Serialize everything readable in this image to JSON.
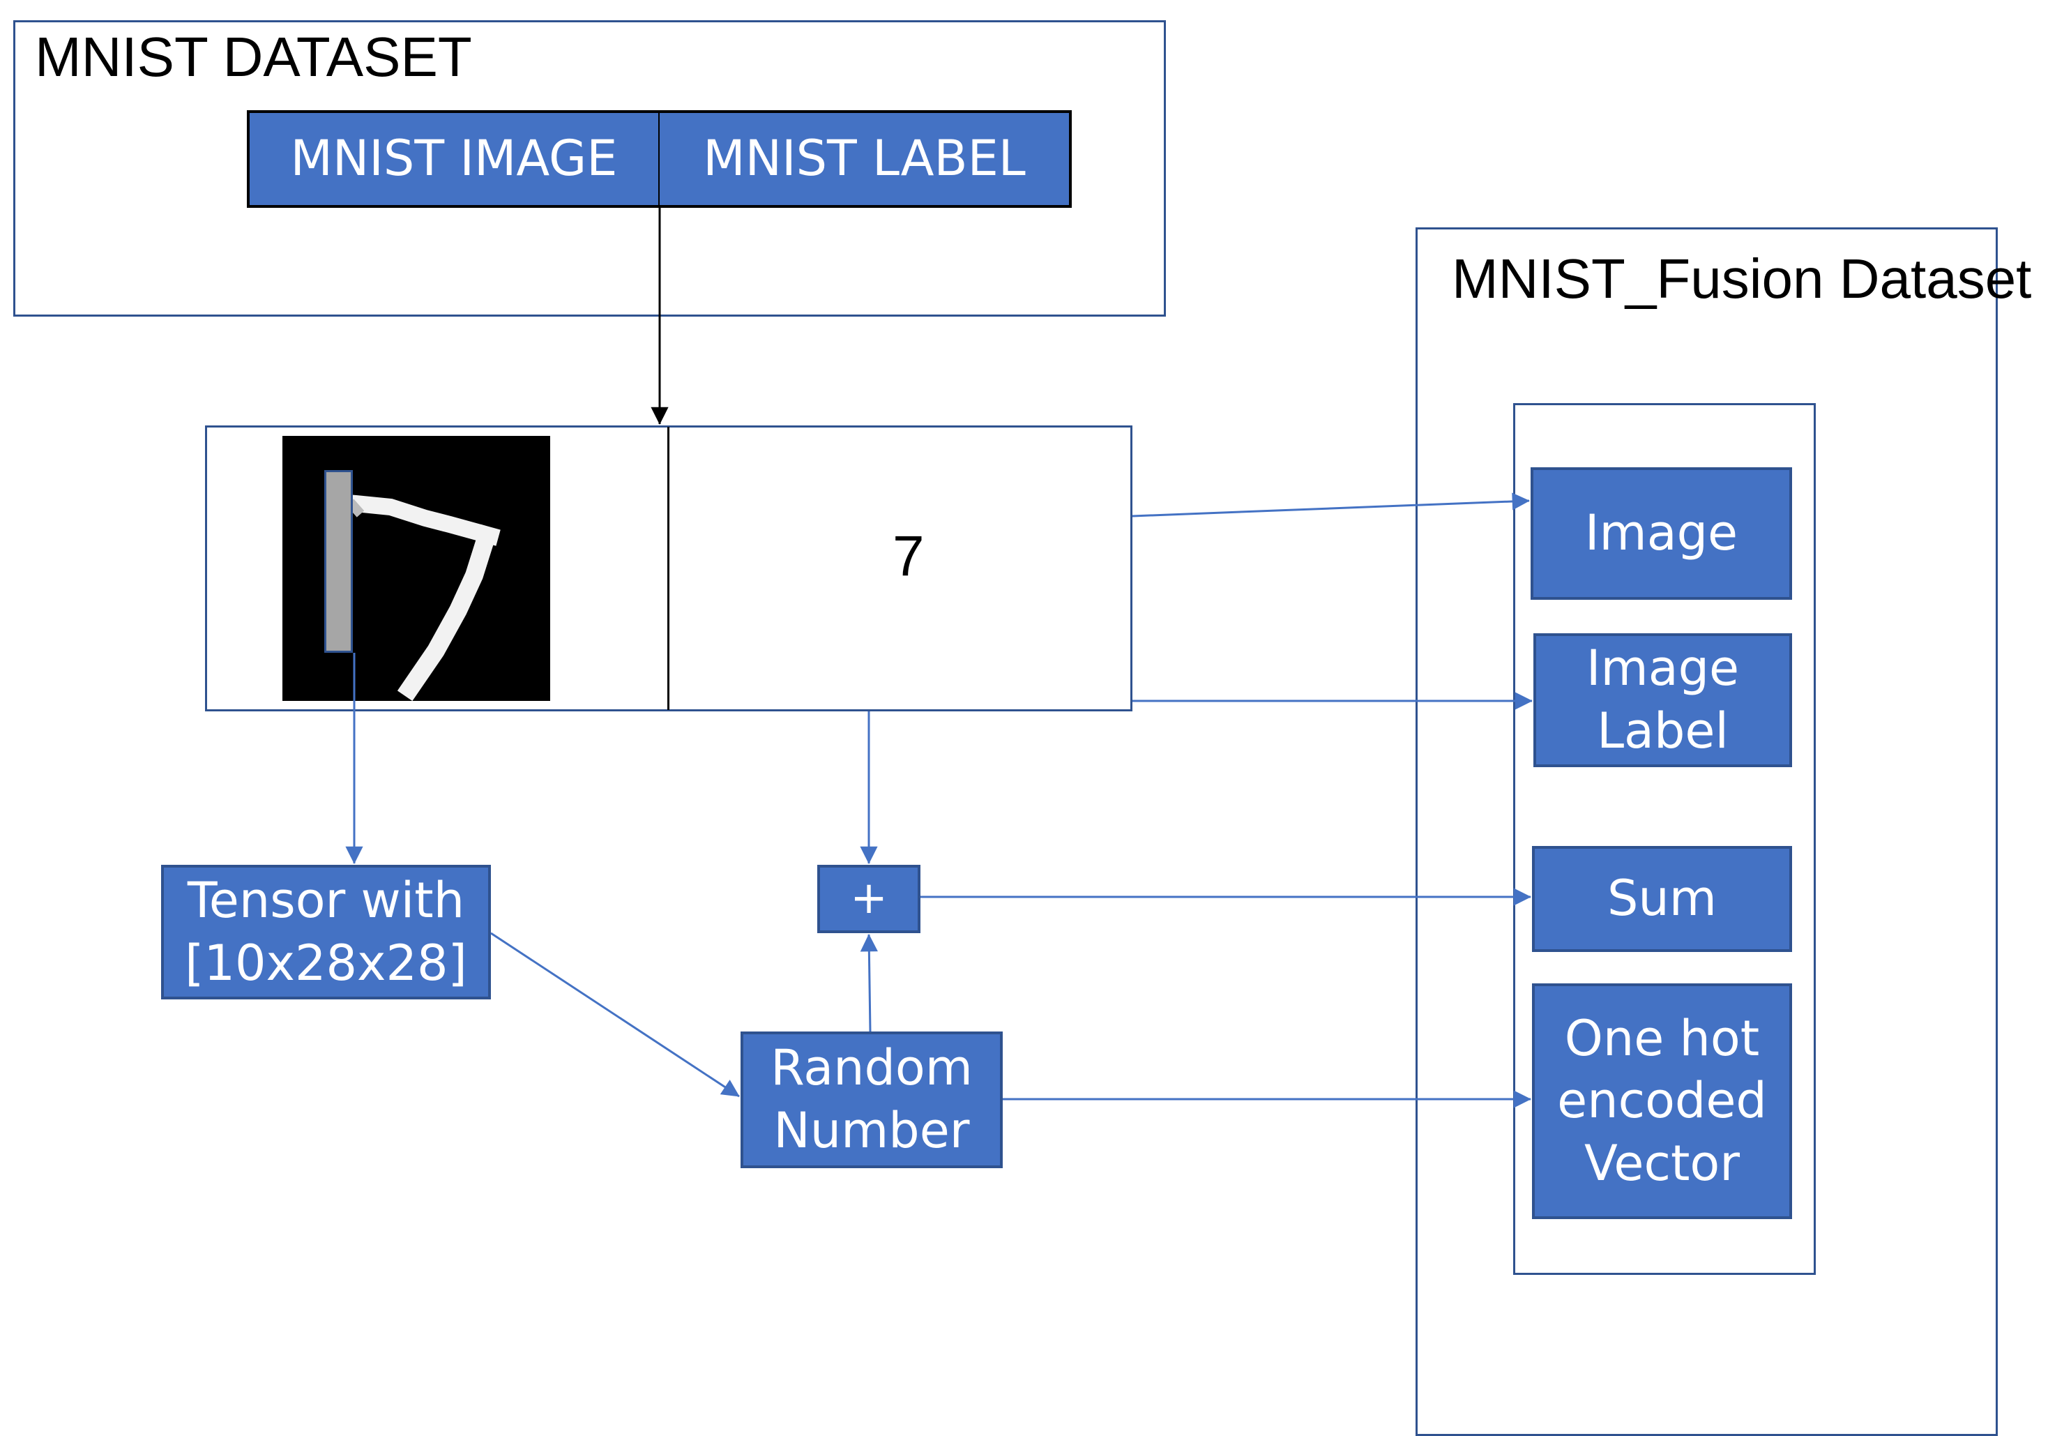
{
  "mnist_dataset": {
    "title": "MNIST DATASET",
    "image_cell": "MNIST IMAGE",
    "label_cell": "MNIST LABEL"
  },
  "sample": {
    "label_value": "7"
  },
  "tensor": {
    "label": "Tensor with\n[10x28x28]"
  },
  "plus": {
    "label": "+"
  },
  "random": {
    "label": "Random\nNumber"
  },
  "fusion": {
    "title": "MNIST_Fusion Dataset",
    "items": [
      {
        "label": "Image"
      },
      {
        "label": "Image\nLabel"
      },
      {
        "label": "Sum"
      },
      {
        "label": "One hot\nencoded\nVector"
      }
    ]
  },
  "colors": {
    "box_fill": "#4472C4",
    "box_border": "#2F528F",
    "connector": "#4472C4",
    "arrow_dark": "#000000"
  }
}
